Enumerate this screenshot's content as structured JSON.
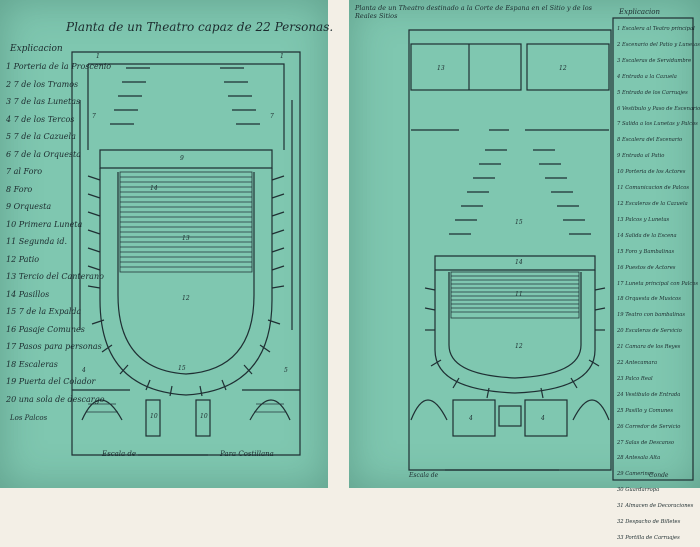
{
  "left_sheet": {
    "title": "Planta de un Theatro capaz de 22 Personas.",
    "legend_heading": "Explicacion",
    "legend": [
      "1 Porteria de la Proscenio",
      "2 7 de los Tramos",
      "3 7 de las Lunetas",
      "4 7 de los Tercos",
      "5 7 de la Cazuela",
      "6 7 de la Orquesta",
      "7 al Foro",
      "8 Foro",
      "9 Orquesta",
      "10 Primera Luneta",
      "11 Segunda id.",
      "12 Patio",
      "13 Tercio del Canterano",
      "14 Pasillos",
      "15 7 de la Expalda",
      "16 Pasaje Comunes",
      "17 Pasos para personas",
      "18 Escaleras",
      "19 Puerta del Colador",
      "20 una sola de descargo"
    ],
    "legend_footer": "Los Palcos",
    "scale_label": "Escala de",
    "signature": "Para Costillana"
  },
  "right_sheet": {
    "title": "Planta de un Theatro destinado a la Corte de Espana en el Sitio y de los Reales Sitios",
    "legend_heading": "Explicacion",
    "legend": [
      "1 Escalera al Teatro principal",
      "2 Escenario del Patio y Lunetas",
      "3 Escaleras de Servidumbre",
      "4 Entrada a la Cazuela",
      "5 Entrada de los Carruajes",
      "6 Vestibulo y Paso de Escenario",
      "7 Salida a los Lunetas y Palcos",
      "8 Escalera del Escenario",
      "9 Entrada al Patio",
      "10 Porteria de los Actores",
      "11 Comunicacion de Palcos",
      "12 Escaleras de la Cazuela",
      "13 Palcos y Lunetas",
      "14 Salida de la Escena",
      "15 Foro y Bambalinas",
      "16 Puestos de Actores",
      "17 Luneta principal con Palcos",
      "18 Orquesta de Musicos",
      "19 Teatro con bambalinas",
      "20 Escaleras de Servicio",
      "21 Camara de los Reyes",
      "22 Antecamara",
      "23 Palco Real",
      "24 Vestibulo de Entrada",
      "25 Pasillo y Comunes",
      "26 Corredor de Servicio",
      "27 Salas de Descanso",
      "28 Antesala Alta",
      "29 Camerinos",
      "30 Guardarropa",
      "31 Almacen de Decoraciones",
      "32 Despacho de Billetes",
      "33 Portilla de Carruajes"
    ],
    "scale_label": "Escala de",
    "signature": "Conde"
  },
  "ink_color": "#1f2f33",
  "paper_color": "#7fc7b0"
}
